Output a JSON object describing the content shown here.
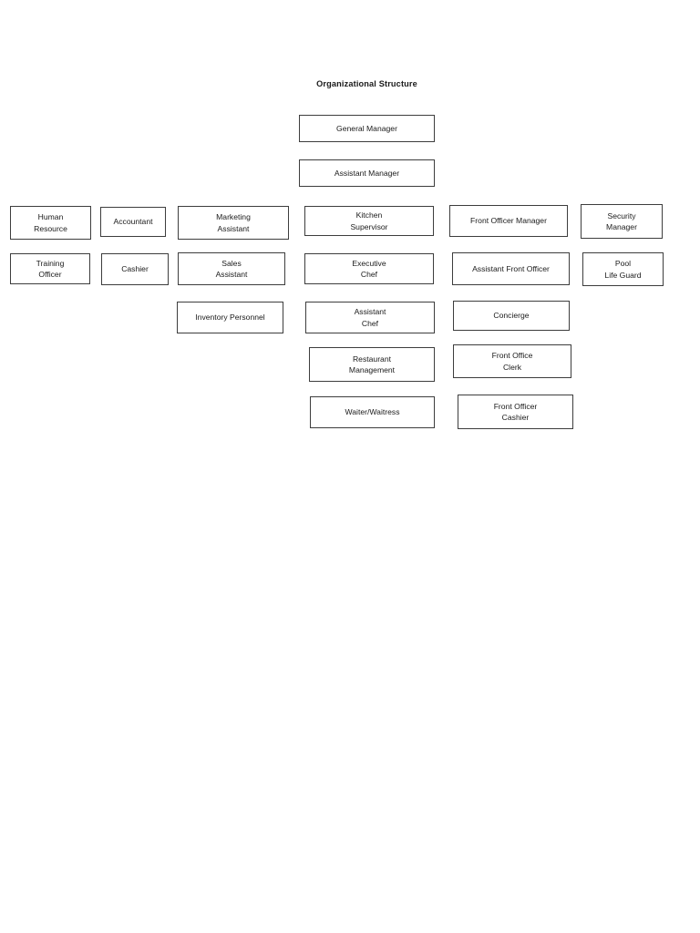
{
  "chart_data": {
    "type": "diagram",
    "diagram_kind": "organizational-chart",
    "title": "Organizational Structure",
    "orientation": "top-down",
    "node_style": {
      "fill": "#ffffff",
      "border_color": "#3d3d3d",
      "border_width_px": 1.3,
      "text_color": "#1a1a1a"
    },
    "connectors": "none",
    "levels": [
      {
        "level": 0,
        "labels": [
          "General Manager"
        ]
      },
      {
        "level": 1,
        "labels": [
          "Assistant Manager"
        ]
      },
      {
        "level": 2,
        "labels": [
          "Human Resource",
          "Accountant",
          "Marketing Assistant",
          "Kitchen Supervisor",
          "Front Officer Manager",
          "Security Manager"
        ]
      },
      {
        "level": 3,
        "labels": [
          "Training Officer",
          "Cashier",
          "Sales Assistant",
          "Executive Chef",
          "Assistant Front Officer",
          "Pool Life Guard"
        ]
      },
      {
        "level": 4,
        "labels": [
          "Inventory Personnel",
          "Assistant Chef",
          "Concierge"
        ]
      },
      {
        "level": 5,
        "labels": [
          "Restaurant Management",
          "Front Office Clerk"
        ]
      },
      {
        "level": 6,
        "labels": [
          "Waiter/Waitress",
          "Front Officer Cashier"
        ]
      }
    ]
  },
  "title": "Organizational Structure",
  "spine": {
    "general_manager": "General Manager",
    "assistant_manager": "Assistant Manager"
  },
  "columns": {
    "human_resource": {
      "head": "Human\nResource",
      "nodes": [
        "Training\nOfficer"
      ]
    },
    "accounting": {
      "head": "Accountant",
      "nodes": [
        "Cashier"
      ]
    },
    "marketing": {
      "head": "Marketing\nAssistant",
      "nodes": [
        "Sales\nAssistant",
        "Inventory Personnel"
      ]
    },
    "kitchen": {
      "head": "Kitchen\nSupervisor",
      "nodes": [
        "Executive\nChef",
        "Assistant\nChef",
        "Restaurant\nManagement",
        "Waiter/Waitress"
      ]
    },
    "front_office": {
      "head": "Front Officer Manager",
      "nodes": [
        "Assistant Front Officer",
        "Concierge",
        "Front Office\nClerk",
        "Front Officer\nCashier"
      ]
    },
    "security": {
      "head": "Security\nManager",
      "nodes": [
        "Pool\nLife Guard"
      ]
    }
  }
}
